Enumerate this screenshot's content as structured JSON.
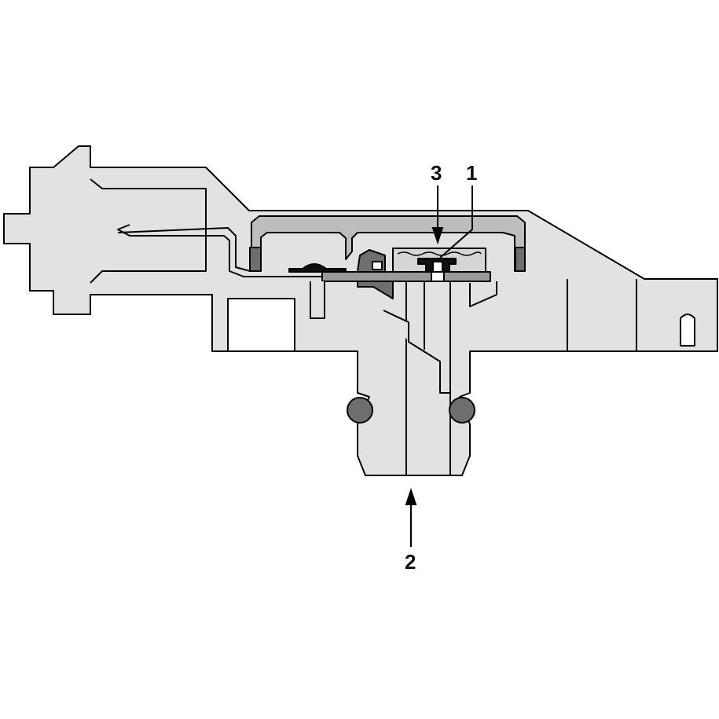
{
  "diagram": {
    "labels": {
      "sensor_element": "1",
      "pressure_inlet": "2",
      "chamber": "3"
    },
    "colors": {
      "body": "#e2e2e2",
      "cover": "#bdbdbd",
      "seal": "#6e6e6e",
      "chip": "#111111",
      "outline": "#000000"
    }
  }
}
